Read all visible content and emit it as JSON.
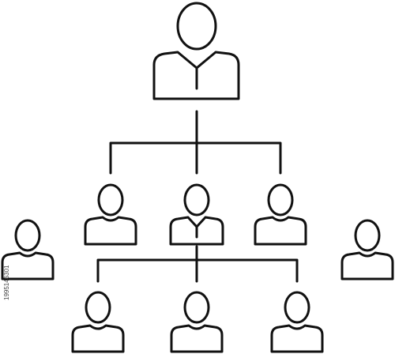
{
  "diagram": {
    "kind": "org-chart",
    "stroke_color": "#111111",
    "background_color": "#ffffff",
    "people": [
      {
        "id": "top",
        "role": "leader",
        "icon": "person-with-tie-icon"
      },
      {
        "id": "mid-left",
        "role": "member",
        "icon": "person-icon"
      },
      {
        "id": "mid-center",
        "role": "member",
        "icon": "person-with-tie-icon"
      },
      {
        "id": "mid-right",
        "role": "member",
        "icon": "person-icon"
      },
      {
        "id": "side-left",
        "role": "member",
        "icon": "person-icon"
      },
      {
        "id": "side-right",
        "role": "member",
        "icon": "person-icon"
      },
      {
        "id": "bottom-left",
        "role": "member",
        "icon": "person-icon"
      },
      {
        "id": "bottom-center",
        "role": "member",
        "icon": "person-icon"
      },
      {
        "id": "bottom-right",
        "role": "member",
        "icon": "person-icon"
      }
    ],
    "connections": [
      {
        "from": "top",
        "to": [
          "mid-left",
          "mid-center",
          "mid-right"
        ]
      },
      {
        "from": "mid-center",
        "to": [
          "bottom-left",
          "bottom-center",
          "bottom-right"
        ]
      }
    ]
  },
  "watermark": {
    "stock_id": "1995146301"
  }
}
